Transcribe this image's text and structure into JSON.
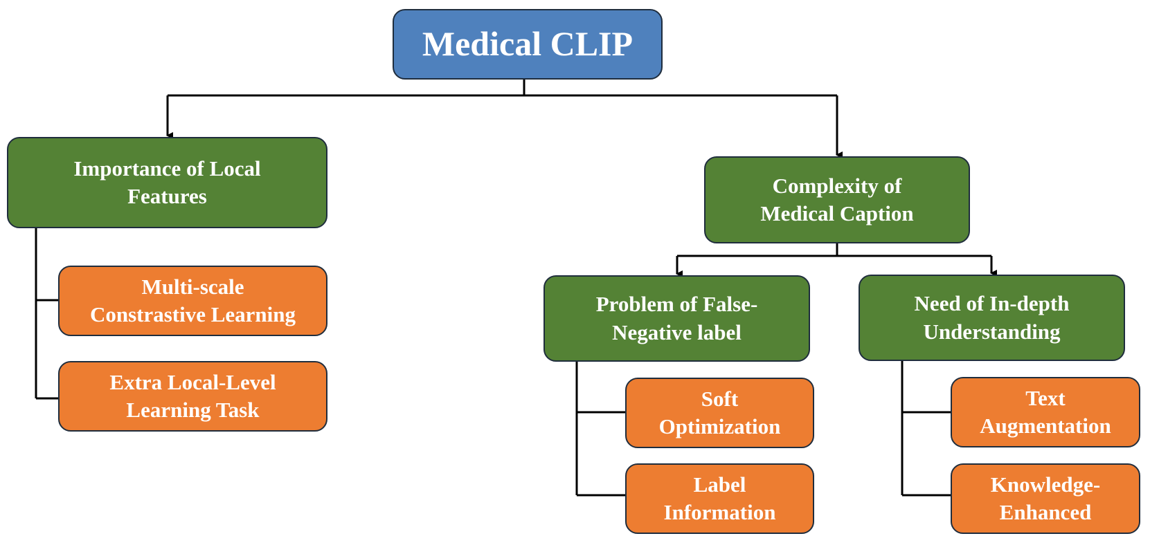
{
  "colors": {
    "root": "#4f81bd",
    "branch": "#548235",
    "leaf": "#ed7d31",
    "text": "#ffffff",
    "border": "#1f2d3d",
    "connector": "#000000"
  },
  "root": {
    "label": "Medical CLIP"
  },
  "branches": {
    "local_features": {
      "label": "Importance of Local\nFeatures",
      "children": [
        {
          "label": "Multi-scale\nConstrastive Learning"
        },
        {
          "label": "Extra Local-Level\nLearning Task"
        }
      ]
    },
    "caption_complexity": {
      "label": "Complexity of\nMedical Caption",
      "children": [
        {
          "label": "Problem of False-\nNegative label",
          "children": [
            {
              "label": "Soft\nOptimization"
            },
            {
              "label": "Label\nInformation"
            }
          ]
        },
        {
          "label": "Need of In-depth\nUnderstanding",
          "children": [
            {
              "label": "Text\nAugmentation"
            },
            {
              "label": "Knowledge-\nEnhanced"
            }
          ]
        }
      ]
    }
  }
}
